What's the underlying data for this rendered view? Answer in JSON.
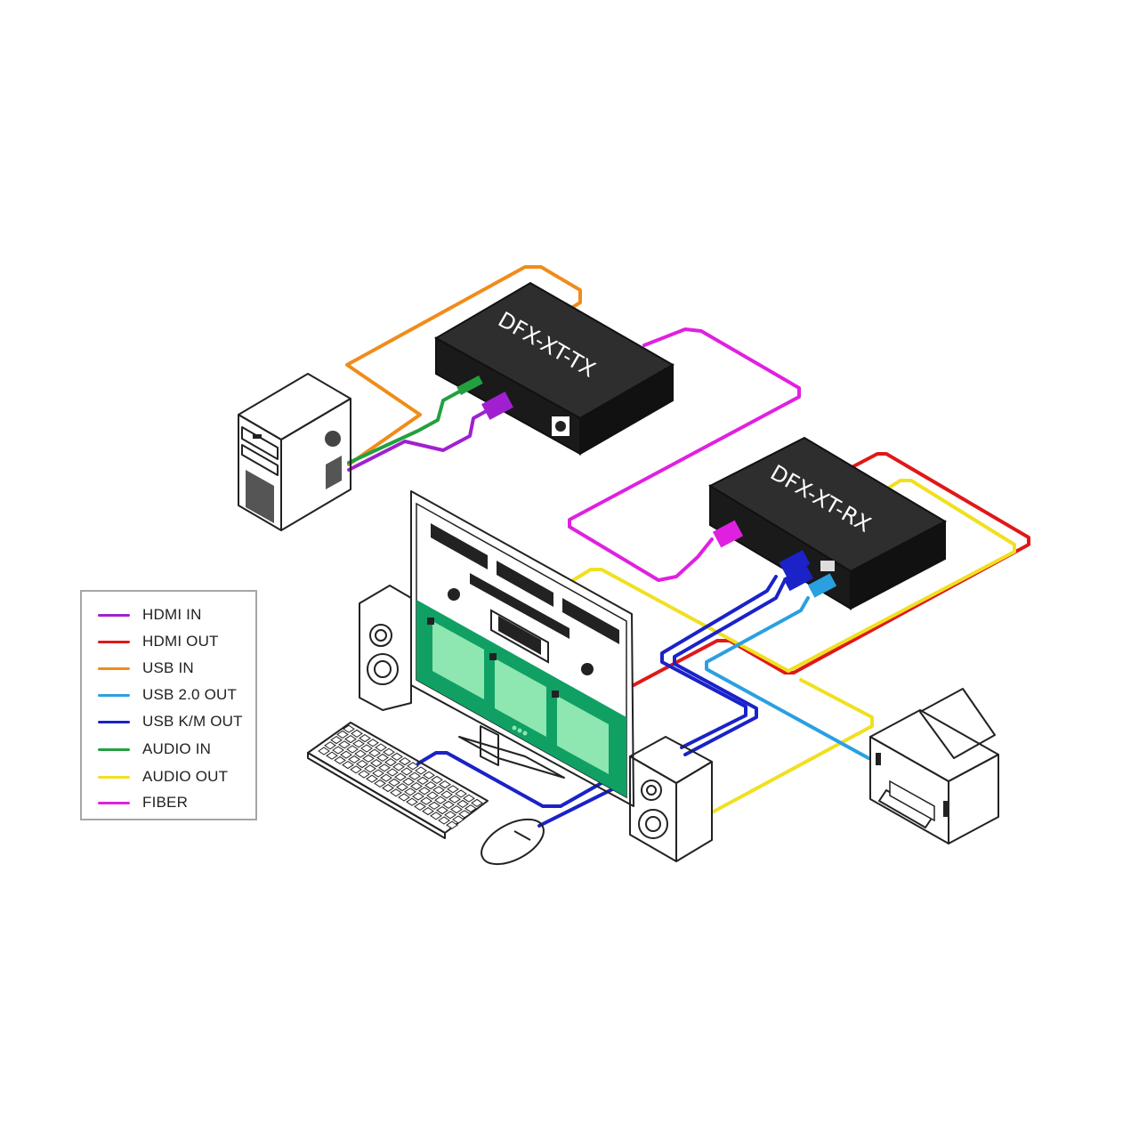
{
  "devices": {
    "transmitter": {
      "label": "DFX-XT-TX"
    },
    "receiver": {
      "label": "DFX-XT-RX"
    }
  },
  "legend": {
    "items": [
      {
        "label": "HDMI IN",
        "color": "#a020d0"
      },
      {
        "label": "HDMI OUT",
        "color": "#e01818"
      },
      {
        "label": "USB IN",
        "color": "#f08c1a"
      },
      {
        "label": "USB 2.0 OUT",
        "color": "#2aa0e0"
      },
      {
        "label": "USB K/M OUT",
        "color": "#1a22c8"
      },
      {
        "label": "AUDIO IN",
        "color": "#22a040"
      },
      {
        "label": "AUDIO OUT",
        "color": "#f0e020"
      },
      {
        "label": "FIBER",
        "color": "#e020e0"
      }
    ]
  },
  "colors": {
    "device_body": "#1e1e1e",
    "screen_green": "#10a064"
  }
}
